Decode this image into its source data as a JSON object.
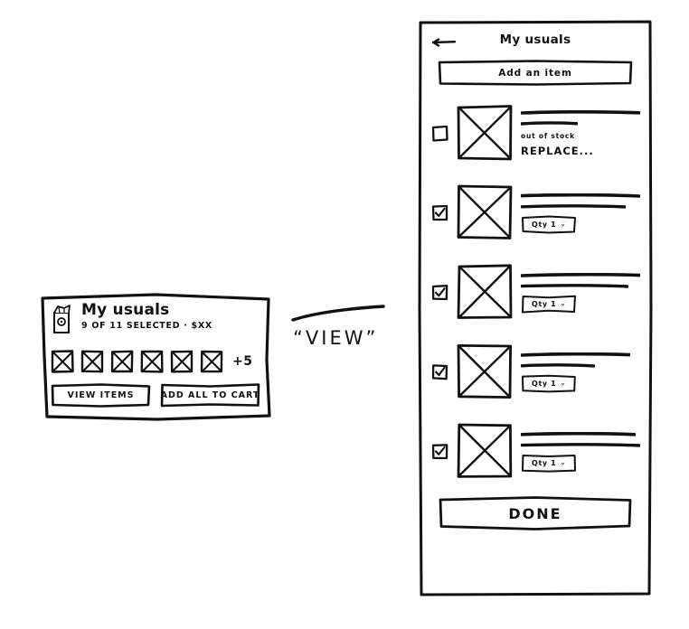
{
  "summary_card": {
    "icon": "grocery-bag-icon",
    "title": "My usuals",
    "subtitle": "9 OF 11 SELECTED · $XX",
    "thumbnail_count": 6,
    "more_label": "+5",
    "buttons": {
      "view_items": "VIEW ITEMS",
      "add_all_to_cart": "ADD ALL TO CART"
    }
  },
  "annotation": {
    "label": "“VIEW”"
  },
  "phone": {
    "header": {
      "back_icon": "back-arrow-icon",
      "title": "My usuals"
    },
    "add_item_button": "Add an item",
    "done_button": "DONE",
    "items": [
      {
        "checked": false,
        "thumb": "image-placeholder",
        "line_widths": [
          100,
          48
        ],
        "note_small": "out of stock",
        "note_action": "REPLACE...",
        "qty": null
      },
      {
        "checked": true,
        "thumb": "image-placeholder",
        "line_widths": [
          100,
          88
        ],
        "note_small": null,
        "note_action": null,
        "qty": {
          "label": "Qty 1",
          "caret": "⌄"
        }
      },
      {
        "checked": true,
        "thumb": "image-placeholder",
        "line_widths": [
          100,
          90
        ],
        "note_small": null,
        "note_action": null,
        "qty": {
          "label": "Qty 1",
          "caret": "⌄"
        }
      },
      {
        "checked": true,
        "thumb": "image-placeholder",
        "line_widths": [
          92,
          62
        ],
        "note_small": null,
        "note_action": null,
        "qty": {
          "label": "Qty 1",
          "caret": "⌄"
        }
      },
      {
        "checked": true,
        "thumb": "image-placeholder",
        "line_widths": [
          96,
          100
        ],
        "note_small": null,
        "note_action": null,
        "qty": {
          "label": "Qty 1",
          "caret": "⌄"
        }
      }
    ]
  },
  "colors": {
    "ink": "#111111",
    "paper": "#ffffff"
  }
}
